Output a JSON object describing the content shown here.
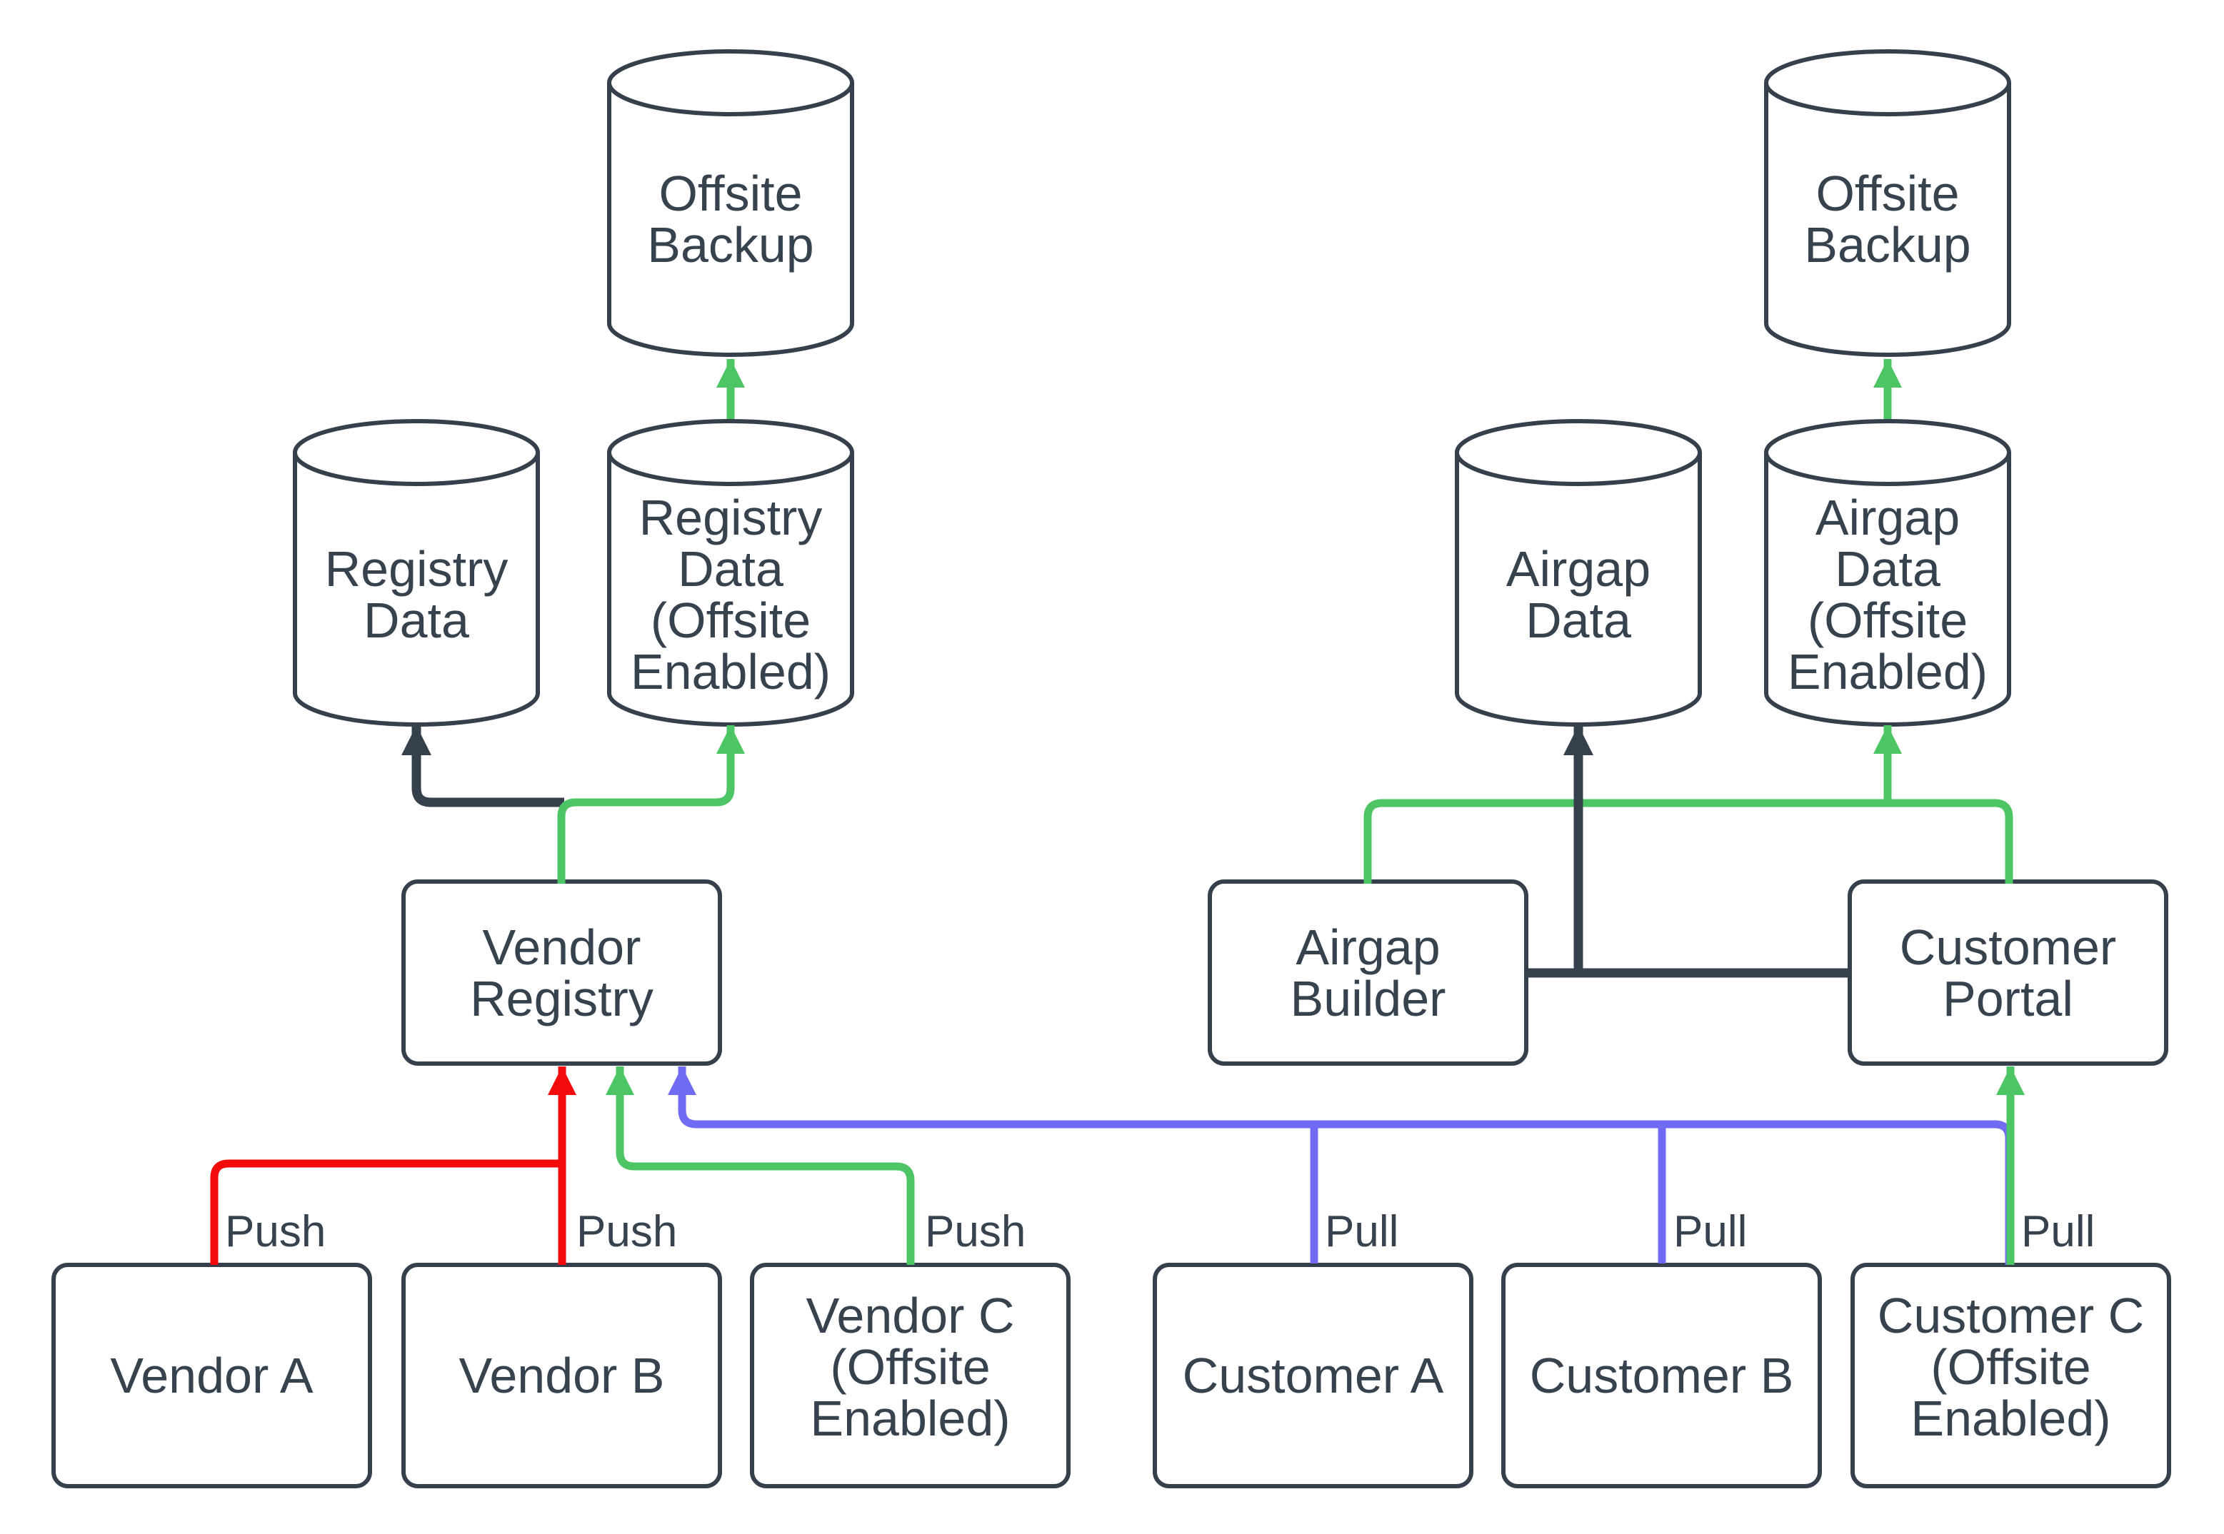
{
  "diagram": {
    "type": "flowchart",
    "background": "#ffffff",
    "colors": {
      "node_border": "#36404d",
      "node_fill": "#ffffff",
      "text": "#36424e",
      "push_vendor_ab": "#f30b0c",
      "offsite_enabled_flow": "#4ec564",
      "pull_customer_ab": "#6f6cf3",
      "dark_flow": "#36404d"
    }
  },
  "nodes": {
    "offsite_backup_left": {
      "label": "Offsite\nBackup",
      "shape": "cylinder"
    },
    "offsite_backup_right": {
      "label": "Offsite\nBackup",
      "shape": "cylinder"
    },
    "registry_data": {
      "label": "Registry\nData",
      "shape": "cylinder"
    },
    "registry_data_offsite": {
      "label": "Registry\nData\n(Offsite\nEnabled)",
      "shape": "cylinder"
    },
    "airgap_data": {
      "label": "Airgap\nData",
      "shape": "cylinder"
    },
    "airgap_data_offsite": {
      "label": "Airgap\nData\n(Offsite\nEnabled)",
      "shape": "cylinder"
    },
    "vendor_registry": {
      "label": "Vendor\nRegistry",
      "shape": "rect"
    },
    "airgap_builder": {
      "label": "Airgap\nBuilder",
      "shape": "rect"
    },
    "customer_portal": {
      "label": "Customer\nPortal",
      "shape": "rect"
    },
    "vendor_a": {
      "label": "Vendor A",
      "shape": "rect"
    },
    "vendor_b": {
      "label": "Vendor B",
      "shape": "rect"
    },
    "vendor_c": {
      "label": "Vendor C\n(Offsite\nEnabled)",
      "shape": "rect"
    },
    "customer_a": {
      "label": "Customer A",
      "shape": "rect"
    },
    "customer_b": {
      "label": "Customer B",
      "shape": "rect"
    },
    "customer_c": {
      "label": "Customer C\n(Offsite\nEnabled)",
      "shape": "rect"
    }
  },
  "edges": [
    {
      "from": "Vendor A",
      "to": "Vendor Registry",
      "label": "Push",
      "color": "red"
    },
    {
      "from": "Vendor B",
      "to": "Vendor Registry",
      "label": "Push",
      "color": "red"
    },
    {
      "from": "Vendor C (Offsite Enabled)",
      "to": "Vendor Registry",
      "label": "Push",
      "color": "green"
    },
    {
      "from": "Customer A",
      "to": "Vendor Registry",
      "label": "Pull",
      "color": "blue"
    },
    {
      "from": "Customer B",
      "to": "Vendor Registry",
      "label": "Pull",
      "color": "blue"
    },
    {
      "from": "Customer C (Offsite Enabled)",
      "to": "Customer Portal",
      "label": "Pull",
      "color": "green"
    },
    {
      "from": "Vendor Registry",
      "to": "Registry Data",
      "label": "",
      "color": "dark"
    },
    {
      "from": "Vendor Registry",
      "to": "Registry Data (Offsite Enabled)",
      "label": "",
      "color": "green"
    },
    {
      "from": "Registry Data (Offsite Enabled)",
      "to": "Offsite Backup",
      "label": "",
      "color": "green"
    },
    {
      "from": "Airgap Builder",
      "to": "Airgap Data",
      "label": "",
      "color": "dark"
    },
    {
      "from": "Customer Portal",
      "to": "Airgap Data",
      "label": "",
      "color": "dark"
    },
    {
      "from": "Airgap Builder",
      "to": "Airgap Data (Offsite Enabled)",
      "label": "",
      "color": "green"
    },
    {
      "from": "Customer Portal",
      "to": "Airgap Data (Offsite Enabled)",
      "label": "",
      "color": "green"
    },
    {
      "from": "Airgap Data (Offsite Enabled)",
      "to": "Offsite Backup",
      "label": "",
      "color": "green"
    }
  ]
}
